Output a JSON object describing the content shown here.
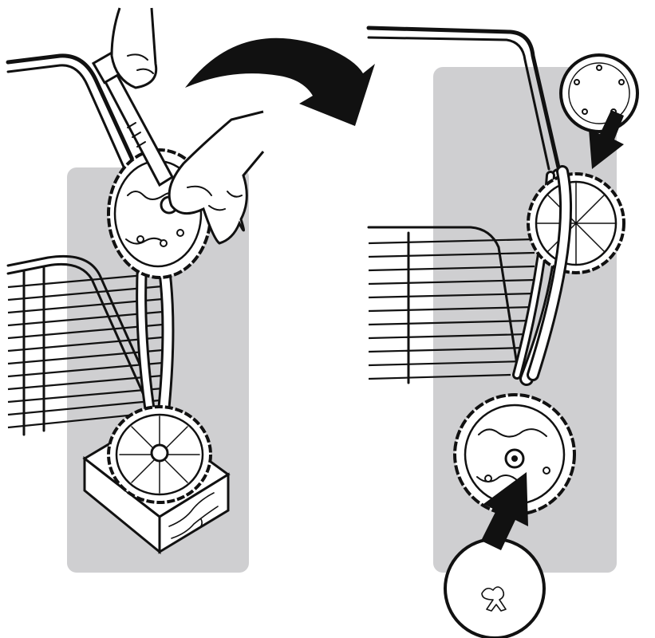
{
  "colors": {
    "background": "#ffffff",
    "panel": "#cfcfd1",
    "ink": "#111111",
    "paper": "#ffffff"
  },
  "panels": [
    {
      "id": "left",
      "description_icon": "wheel-assembly-step"
    },
    {
      "id": "right",
      "description_icon": "wheel-cap-step"
    }
  ],
  "icons": [
    "hand-icon",
    "hammer-icon",
    "curved-arrow-icon",
    "arrow-down-icon",
    "arrow-up-icon",
    "hubcap-icon",
    "wood-block-icon",
    "wheel-icon",
    "cart-rack-icon"
  ]
}
